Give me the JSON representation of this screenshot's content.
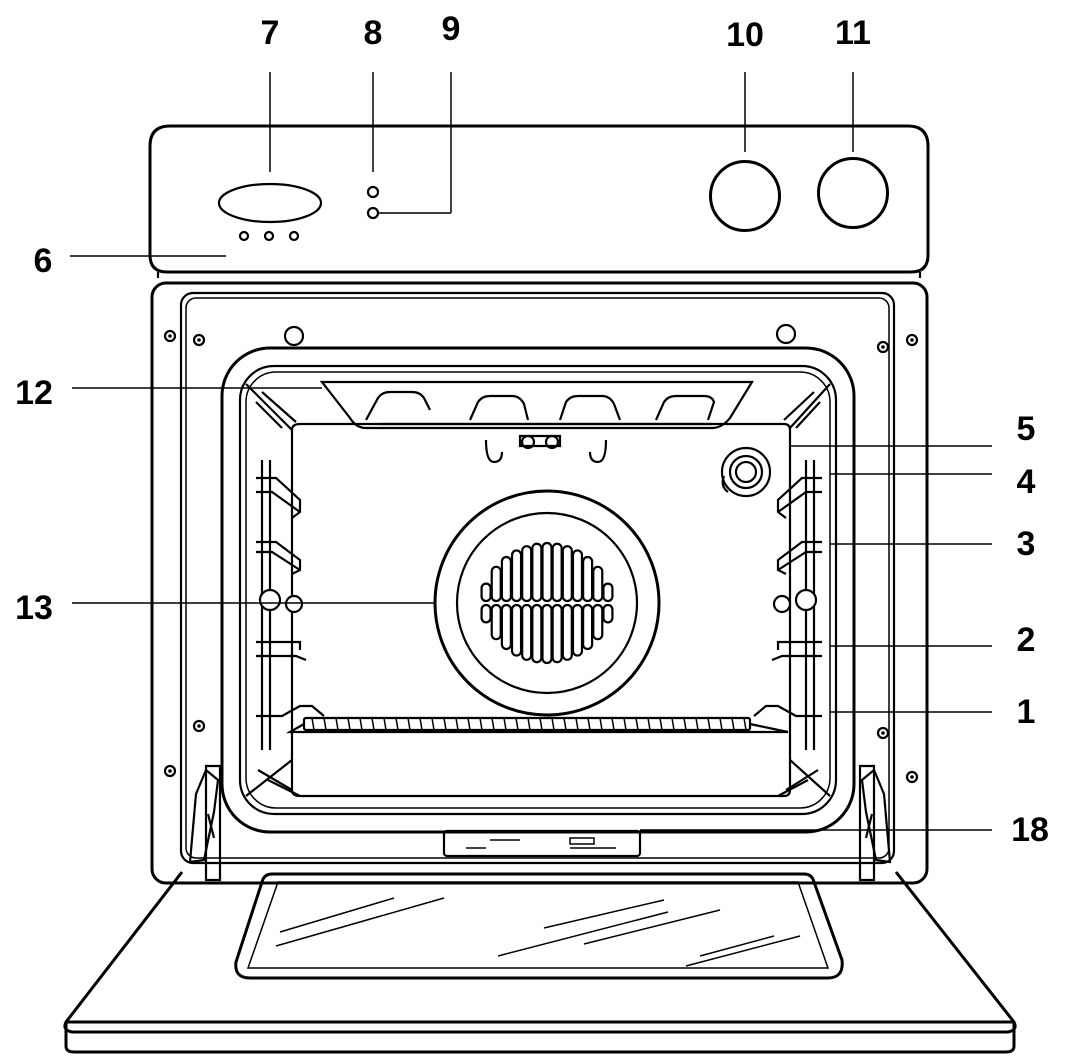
{
  "callouts": {
    "c1": "1",
    "c2": "2",
    "c3": "3",
    "c4": "4",
    "c5": "5",
    "c6": "6",
    "c7": "7",
    "c8": "8",
    "c9": "9",
    "c10": "10",
    "c11": "11",
    "c12": "12",
    "c13": "13",
    "c18": "18"
  }
}
